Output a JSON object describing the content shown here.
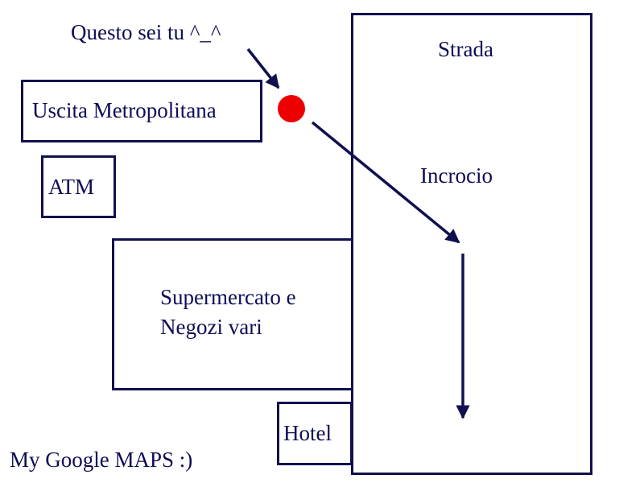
{
  "map": {
    "you_are_here_caption": "Questo sei tu ^_^",
    "street_label": "Strada",
    "intersection_label": "Incrocio",
    "metro_exit_label": "Uscita Metropolitana",
    "atm_label": "ATM",
    "supermarket_line1": "Supermercato e",
    "supermarket_line2": "Negozi vari",
    "hotel_label": "Hotel",
    "footer_title": "My Google MAPS :)"
  },
  "colors": {
    "ink": "#10104f",
    "marker": "#ee0000",
    "background": "#ffffff"
  }
}
